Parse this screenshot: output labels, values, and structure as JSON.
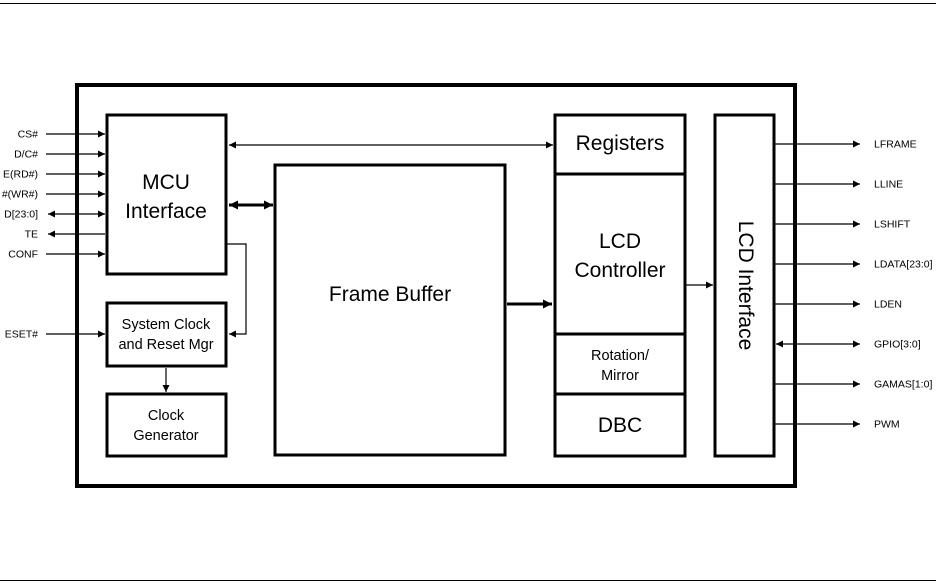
{
  "blocks": {
    "mcu_line1": "MCU",
    "mcu_line2": "Interface",
    "sysclk_line1": "System Clock",
    "sysclk_line2": "and Reset Mgr",
    "clockgen_line1": "Clock",
    "clockgen_line2": "Generator",
    "frame_buffer": "Frame Buffer",
    "registers": "Registers",
    "lcd_ctrl_line1": "LCD",
    "lcd_ctrl_line2": "Controller",
    "rotation_line1": "Rotation/",
    "rotation_line2": "Mirror",
    "dbc": "DBC",
    "lcd_interface": "LCD Interface"
  },
  "left_signals": {
    "cs": "CS#",
    "dc": "D/C#",
    "rd": "E(RD#)",
    "wr": "#(WR#)",
    "data": "D[23:0]",
    "te": "TE",
    "conf": "CONF",
    "reset": "ESET#"
  },
  "right_signals": {
    "lframe": "LFRAME",
    "lline": "LLINE",
    "lshift": "LSHIFT",
    "ldata": "LDATA[23:0]",
    "lden": "LDEN",
    "gpio": "GPIO[3:0]",
    "gamas": "GAMAS[1:0]",
    "pwm": "PWM"
  }
}
